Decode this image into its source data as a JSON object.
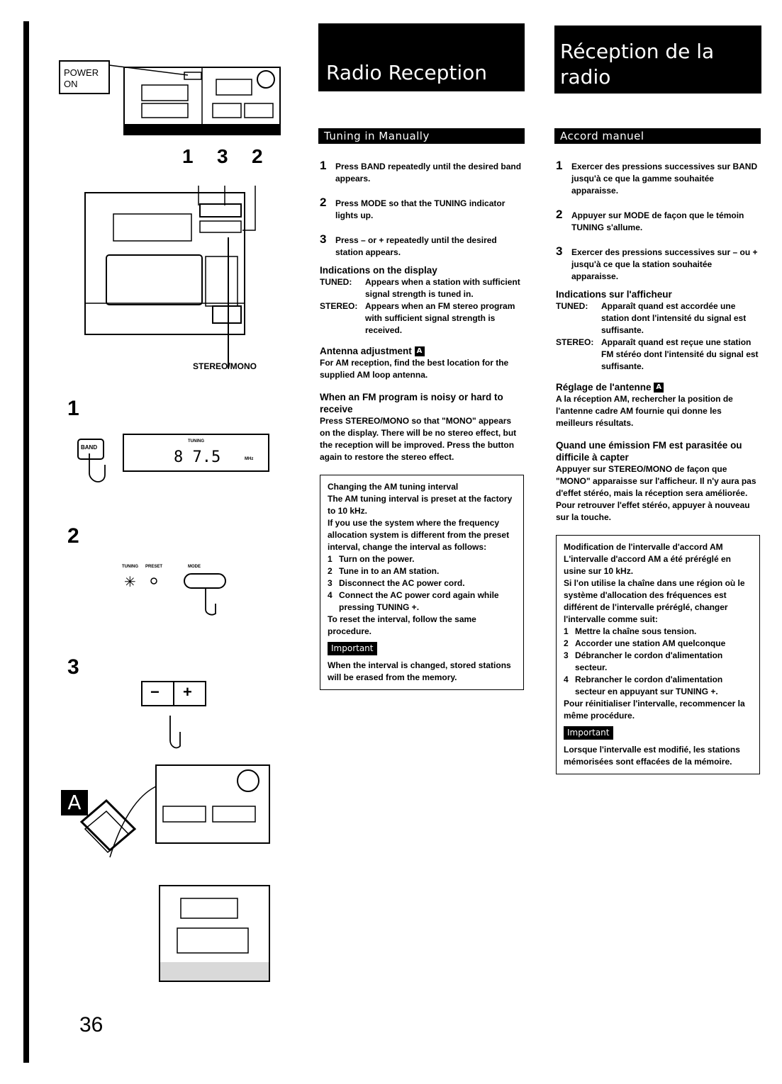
{
  "page_number": "36",
  "left_illustrations": {
    "power_label_line1": "POWER",
    "power_label_line2": "ON",
    "callout_numbers": [
      "1",
      "3",
      "2"
    ],
    "stereo_mono_label": "STEREO/MONO",
    "step1_number": "1",
    "band_button_label": "BAND",
    "display_reading": "8 7.5",
    "display_indicator_top": "TUNING",
    "display_indicator_right": "MHz",
    "step2_number": "2",
    "step2_labels": [
      "TUNING",
      "PRESET",
      "MODE"
    ],
    "step3_number": "3",
    "minus_label": "−",
    "plus_label": "+",
    "section_a_badge": "A"
  },
  "english": {
    "title_line1": "Radio Reception",
    "subhead": "Tuning in Manually",
    "steps": [
      {
        "num": "1",
        "text": "Press BAND repeatedly until the desired band appears."
      },
      {
        "num": "2",
        "text": "Press MODE so that the TUNING indicator lights up."
      },
      {
        "num": "3",
        "text": "Press – or + repeatedly until the desired station appears."
      }
    ],
    "indications_heading": "Indications on the display",
    "indications": [
      {
        "key": "TUNED:",
        "value": "Appears when a station with sufficient signal strength is tuned in."
      },
      {
        "key": "STEREO:",
        "value": "Appears when an FM stereo program with sufficient signal strength is received."
      }
    ],
    "antenna_heading": "Antenna adjustment",
    "antenna_badge": "A",
    "antenna_text": "For AM reception, find the best location for the supplied AM loop antenna.",
    "noisy_heading": "When an FM program is noisy or hard to receive",
    "noisy_text": "Press STEREO/MONO so that \"MONO\" appears on the display. There will be no stereo effect, but the reception will be improved. Press the button again to restore the stereo effect.",
    "box": {
      "heading": "Changing the AM tuning interval",
      "intro": "The AM tuning interval is preset at the factory to 10 kHz.",
      "para": "If you use the system where the frequency allocation system is different from the preset interval, change the interval as follows:",
      "items": [
        {
          "n": "1",
          "text": "Turn on the power."
        },
        {
          "n": "2",
          "text": "Tune in to an AM station."
        },
        {
          "n": "3",
          "text": "Disconnect the AC power cord."
        },
        {
          "n": "4",
          "text": "Connect the AC power cord again while pressing TUNING +."
        }
      ],
      "reset": "To reset the interval, follow the same procedure.",
      "important_label": "Important",
      "important_text": "When the interval is changed, stored stations will be erased from the memory."
    }
  },
  "french": {
    "title_line1": "Réception de la",
    "title_line2": "radio",
    "subhead": "Accord manuel",
    "steps": [
      {
        "num": "1",
        "text": "Exercer des pressions successives sur BAND jusqu'à ce que la gamme souhaitée apparaisse."
      },
      {
        "num": "2",
        "text": "Appuyer sur MODE de façon que le témoin TUNING s'allume."
      },
      {
        "num": "3",
        "text": "Exercer des pressions successives sur – ou + jusqu'à ce que la station souhaitée apparaisse."
      }
    ],
    "indications_heading": "Indications sur l'afficheur",
    "indications": [
      {
        "key": "TUNED:",
        "value": "Apparaît quand est accordée une station dont l'intensité du signal est suffisante."
      },
      {
        "key": "STEREO:",
        "value": "Apparaît quand est reçue une station FM stéréo dont l'intensité du signal est suffisante."
      }
    ],
    "antenna_heading": "Réglage de l'antenne",
    "antenna_badge": "A",
    "antenna_text": "A la réception AM, rechercher la position de l'antenne cadre AM fournie qui donne les meilleurs résultats.",
    "noisy_heading": "Quand une émission FM est parasitée ou difficile à capter",
    "noisy_text": "Appuyer sur STEREO/MONO de façon que \"MONO\" apparaisse sur l'afficheur. Il n'y aura pas d'effet stéréo, mais la réception sera améliorée. Pour retrouver l'effet stéréo, appuyer à nouveau sur la touche.",
    "box": {
      "heading": "Modification de l'intervalle d'accord AM",
      "intro": "L'intervalle d'accord AM a été préréglé en usine sur 10 kHz.",
      "para": "Si l'on utilise la chaîne dans une région où le système d'allocation des fréquences est différent de l'intervalle préréglé, changer l'intervalle comme suit:",
      "items": [
        {
          "n": "1",
          "text": "Mettre la chaîne sous tension."
        },
        {
          "n": "2",
          "text": "Accorder une station AM quelconque"
        },
        {
          "n": "3",
          "text": "Débrancher le cordon d'alimentation secteur."
        },
        {
          "n": "4",
          "text": "Rebrancher le cordon d'alimentation secteur en appuyant sur TUNING +."
        }
      ],
      "reset": "Pour réinitialiser l'intervalle, recommencer la même procédure.",
      "important_label": "Important",
      "important_text": "Lorsque l'intervalle est modifié, les stations mémorisées sont effacées de la mémoire."
    }
  }
}
